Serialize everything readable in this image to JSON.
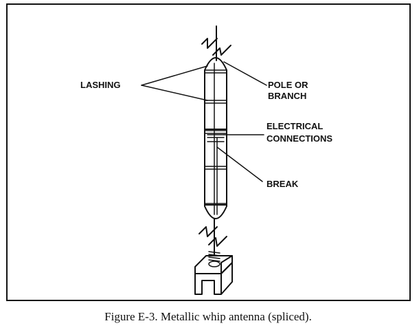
{
  "figure": {
    "caption": "Figure E-3. Metallic whip antenna (spliced).",
    "labels": {
      "lashing": "LASHING",
      "pole_line1": "POLE OR",
      "pole_line2": "BRANCH",
      "elec_line1": "ELECTRICAL",
      "elec_line2": "CONNECTIONS",
      "break": "BREAK"
    }
  }
}
